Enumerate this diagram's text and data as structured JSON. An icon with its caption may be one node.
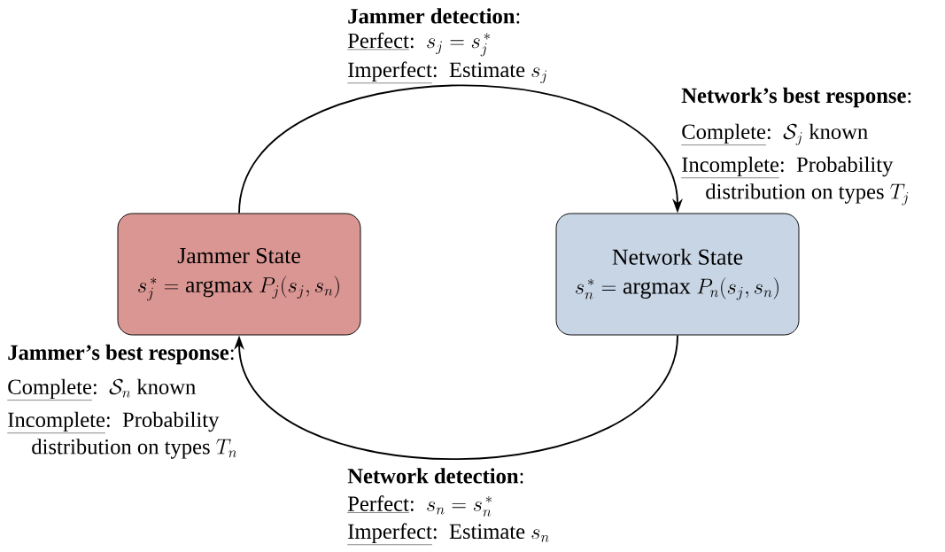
{
  "diagram": {
    "nodes": [
      {
        "text": [
          "Jammer State",
          "s_j^{\\,*} = \\mbox{argmax}\\ P_j(s_j,s_n)"
        ]
      },
      {
        "text": [
          "Network State",
          "s_n^{\\,*} = \\mbox{argmax}\\ P_n(s_j,s_n)"
        ]
      }
    ],
    "edges": [
      {
        "from": 0,
        "to": 1,
        "arrow": "to"
      },
      {
        "from": 1,
        "to": 0,
        "arrow": "to"
      }
    ],
    "labels": [
      "**Jammer detection**:",
      "\\mbox{\\underline{Perfect}:}\\ \\ s_j = s_j^{\\,*}",
      "\\mbox{\\underline{Imperfect}:\\ \\ Estimate} \\ s_j",
      "**Network’s best response**:",
      "\\mbox{\\underline{Complete}:}\\ \\ \\mathcal{S}_j\\ \\mbox{known}",
      "\\begin{array}{@{}l@{}}\\mbox{\\underline{Incomplete}:\\ \\ Probability}\\\\ \\mbox{\\hspace{1.1em}distribution on types }T_j\\end{array}",
      "**Jammer’s best response**:",
      "\\mbox{\\underline{Complete}:}\\ \\ \\mathcal{S}_n\\ \\mbox{known}",
      "\\begin{array}{@{}l@{}}\\mbox{\\underline{Incomplete}:\\ \\ Probability}\\\\ \\mbox{\\hspace{1.1em}distribution on types }T_n\\end{array}",
      "**Network detection**:",
      "\\mbox{\\underline{Perfect}:}\\ \\ s_n = s_n^{\\,*}",
      "\\mbox{\\underline{Imperfect}:\\ \\ Estimate} \\ s_n"
    ]
  }
}
